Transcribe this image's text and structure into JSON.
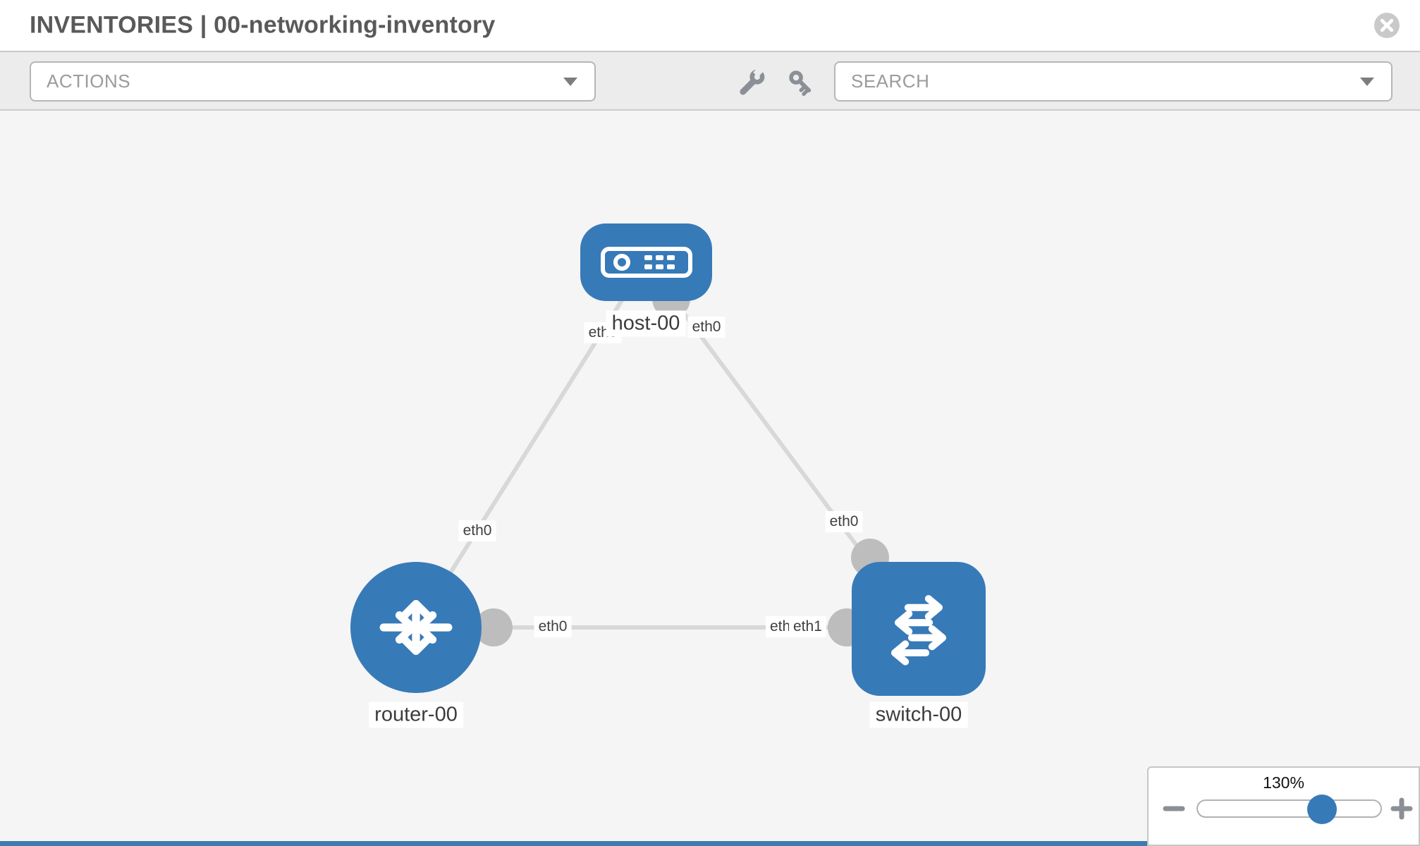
{
  "header": {
    "title": "INVENTORIES | 00-networking-inventory",
    "close_icon": "circle-x"
  },
  "toolbar": {
    "actions_label": "ACTIONS",
    "search_label": "SEARCH",
    "icons": [
      "wrench-icon",
      "key-icon"
    ]
  },
  "topology": {
    "nodes": [
      {
        "label": "host-00",
        "type": "host",
        "icon": "server-icon"
      },
      {
        "label": "router-00",
        "type": "router",
        "icon": "router-arrows-icon"
      },
      {
        "label": "switch-00",
        "type": "switch",
        "icon": "switch-arrows-icon"
      }
    ],
    "interface_labels": {
      "host_left": "eth0",
      "host_right": "eth0",
      "router_host_link": "eth0",
      "host_switch_link": "eth0",
      "router_port": "eth0",
      "switch_port_back": "eth0",
      "switch_port_front": "eth1"
    },
    "links": [
      {
        "from": "router-00",
        "to": "host-00",
        "from_interface": "eth0",
        "to_interface": "eth0"
      },
      {
        "from": "host-00",
        "to": "switch-00",
        "from_interface": "eth0",
        "to_interface": "eth0"
      },
      {
        "from": "router-00",
        "to": "switch-00",
        "from_interface": "eth0",
        "to_interface": "eth1"
      }
    ],
    "colors": {
      "node_blue": "#377ab8",
      "link_gray": "#d8d8d8",
      "port_gray": "#bdbdbd"
    }
  },
  "zoom_control": {
    "value": "130%",
    "minus_icon": "minus",
    "plus_icon": "plus"
  }
}
